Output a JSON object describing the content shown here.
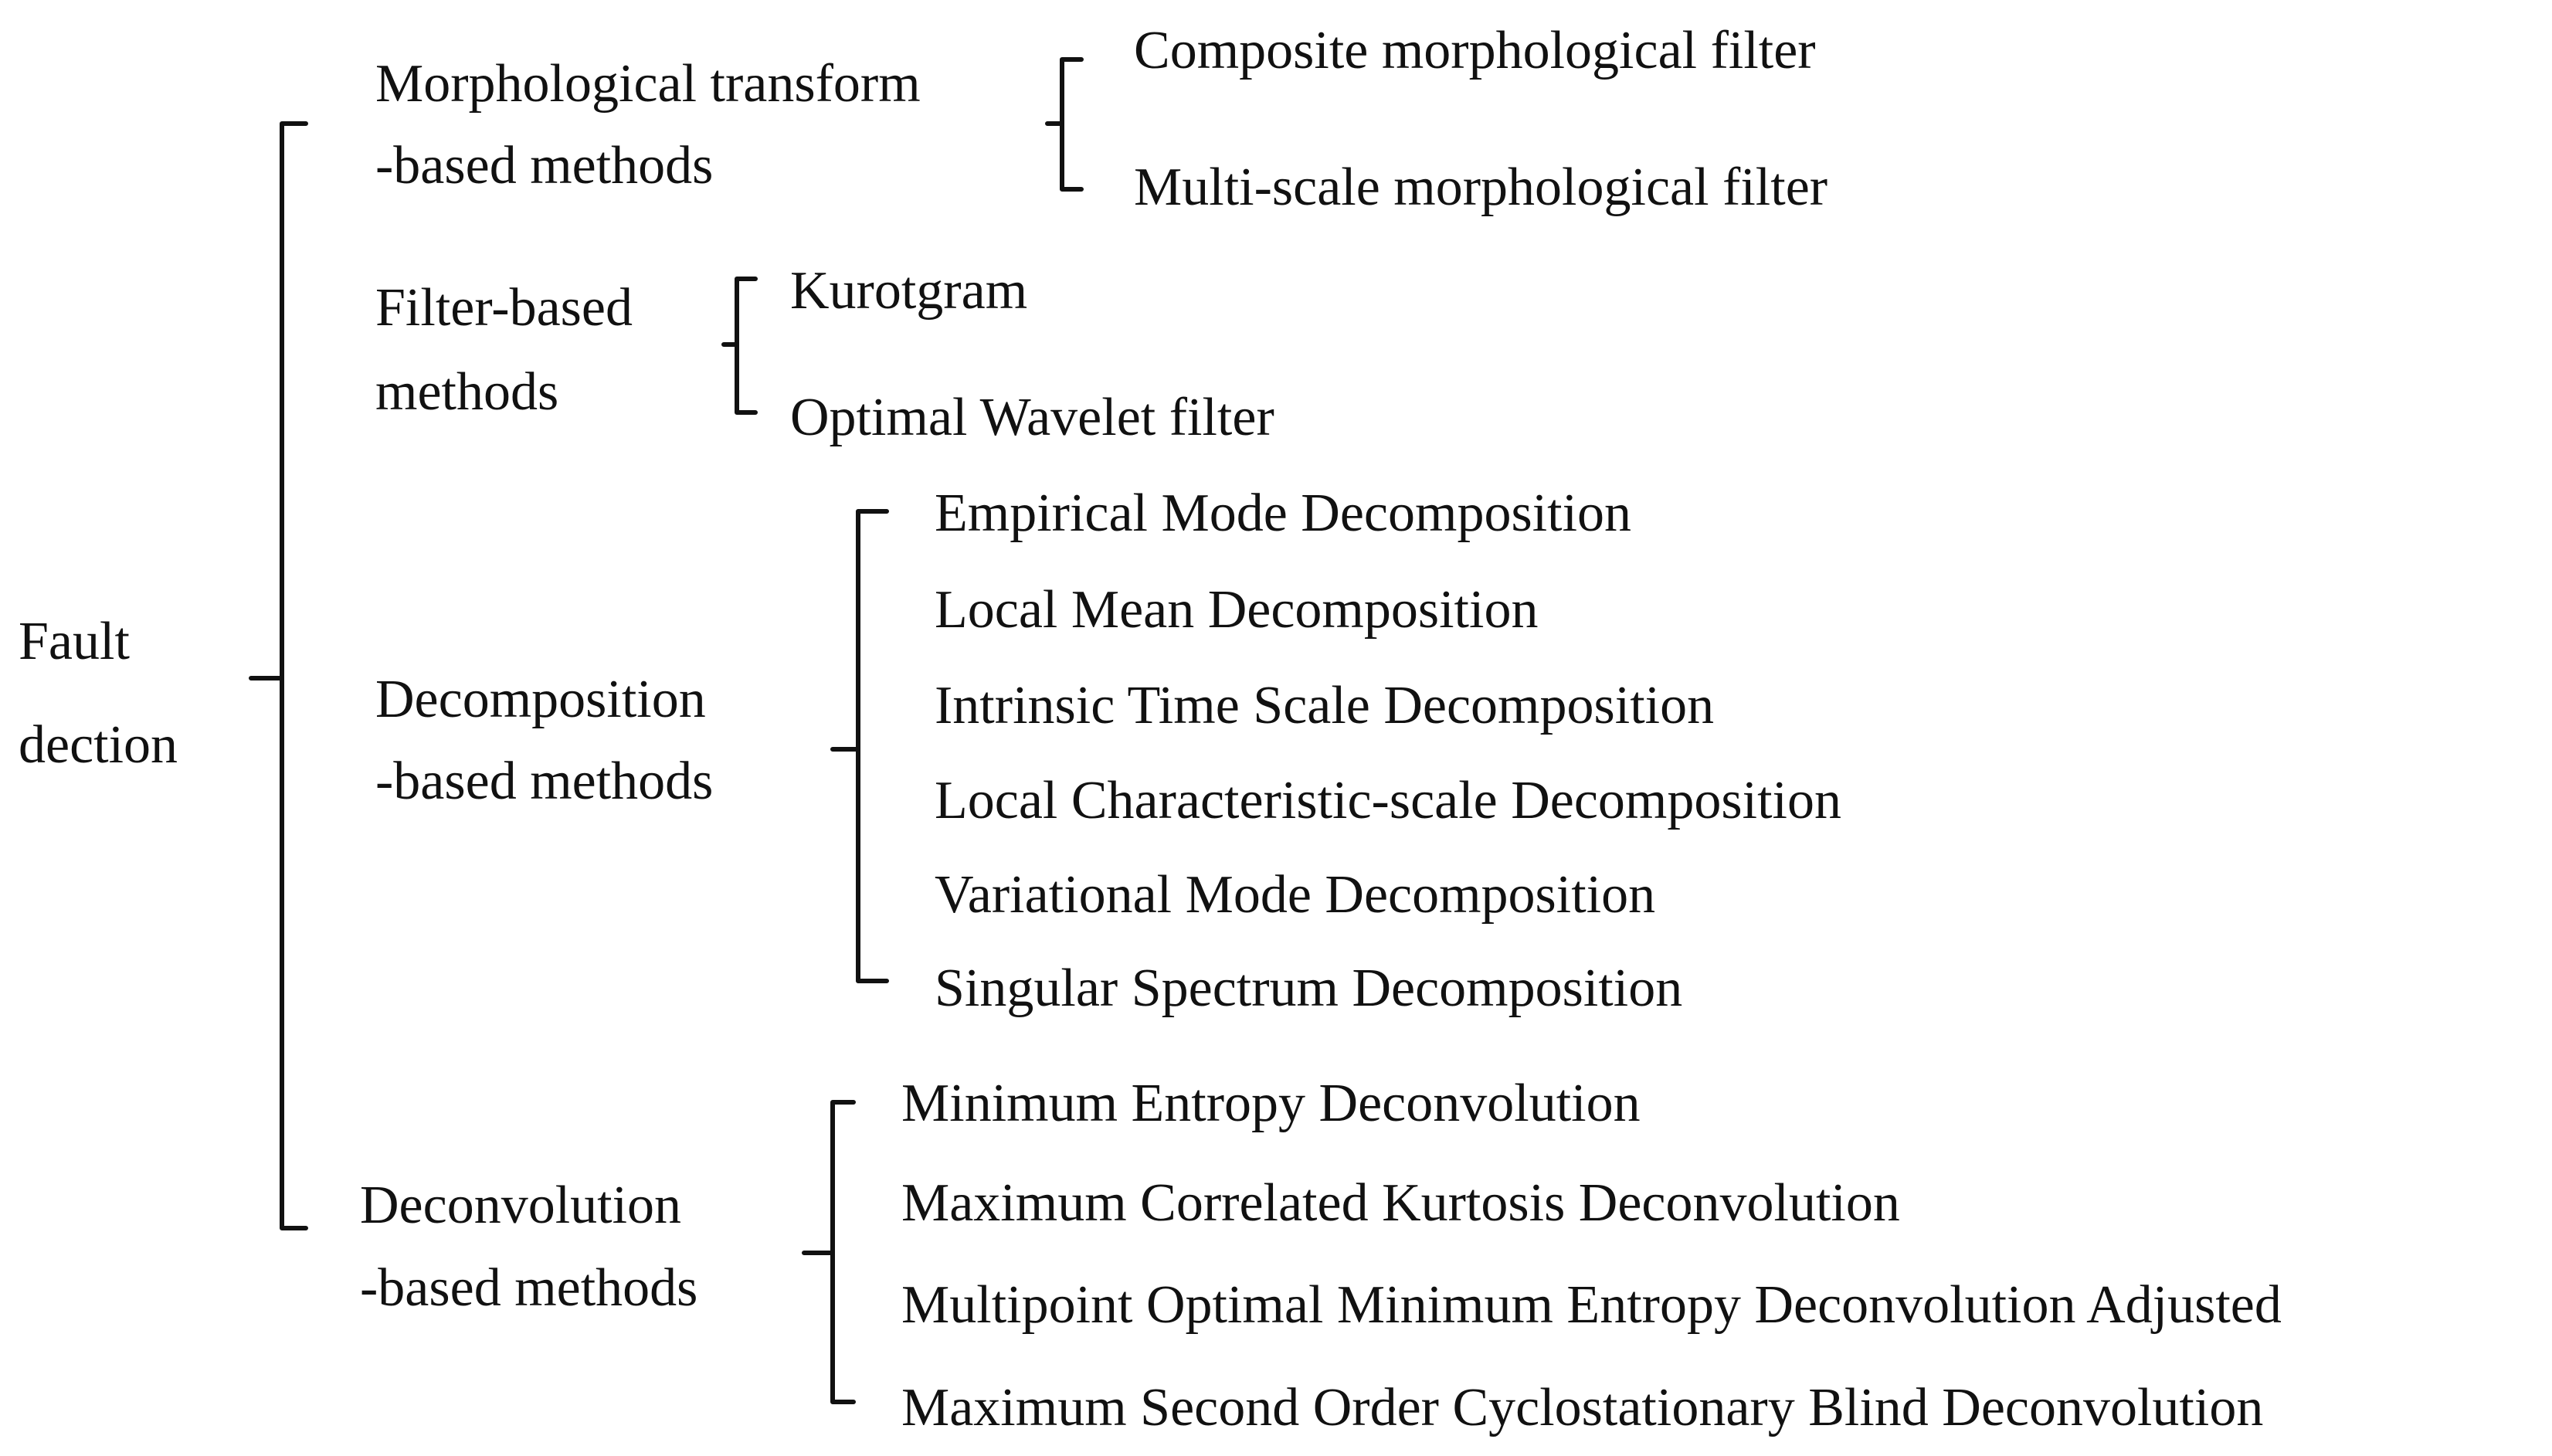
{
  "root": {
    "line1": "Fault",
    "line2": "dection"
  },
  "groups": [
    {
      "line1": "Morphological transform",
      "line2": "-based methods",
      "items": [
        "Composite morphological filter",
        "Multi-scale morphological filter"
      ]
    },
    {
      "line1": "Filter-based",
      "line2": "methods",
      "items": [
        "Kurotgram",
        "Optimal Wavelet filter"
      ]
    },
    {
      "line1": "Decomposition",
      "line2": "-based methods",
      "items": [
        "Empirical Mode Decomposition",
        "Local Mean Decomposition",
        "Intrinsic Time Scale Decomposition",
        "Local Characteristic-scale Decomposition",
        "Variational Mode Decomposition",
        "Singular Spectrum Decomposition"
      ]
    },
    {
      "line1": "Deconvolution",
      "line2": "-based methods",
      "items": [
        "Minimum Entropy Deconvolution",
        "Maximum Correlated Kurtosis Deconvolution",
        "Multipoint Optimal Minimum Entropy Deconvolution Adjusted",
        "Maximum Second Order Cyclostationary Blind Deconvolution"
      ]
    }
  ]
}
